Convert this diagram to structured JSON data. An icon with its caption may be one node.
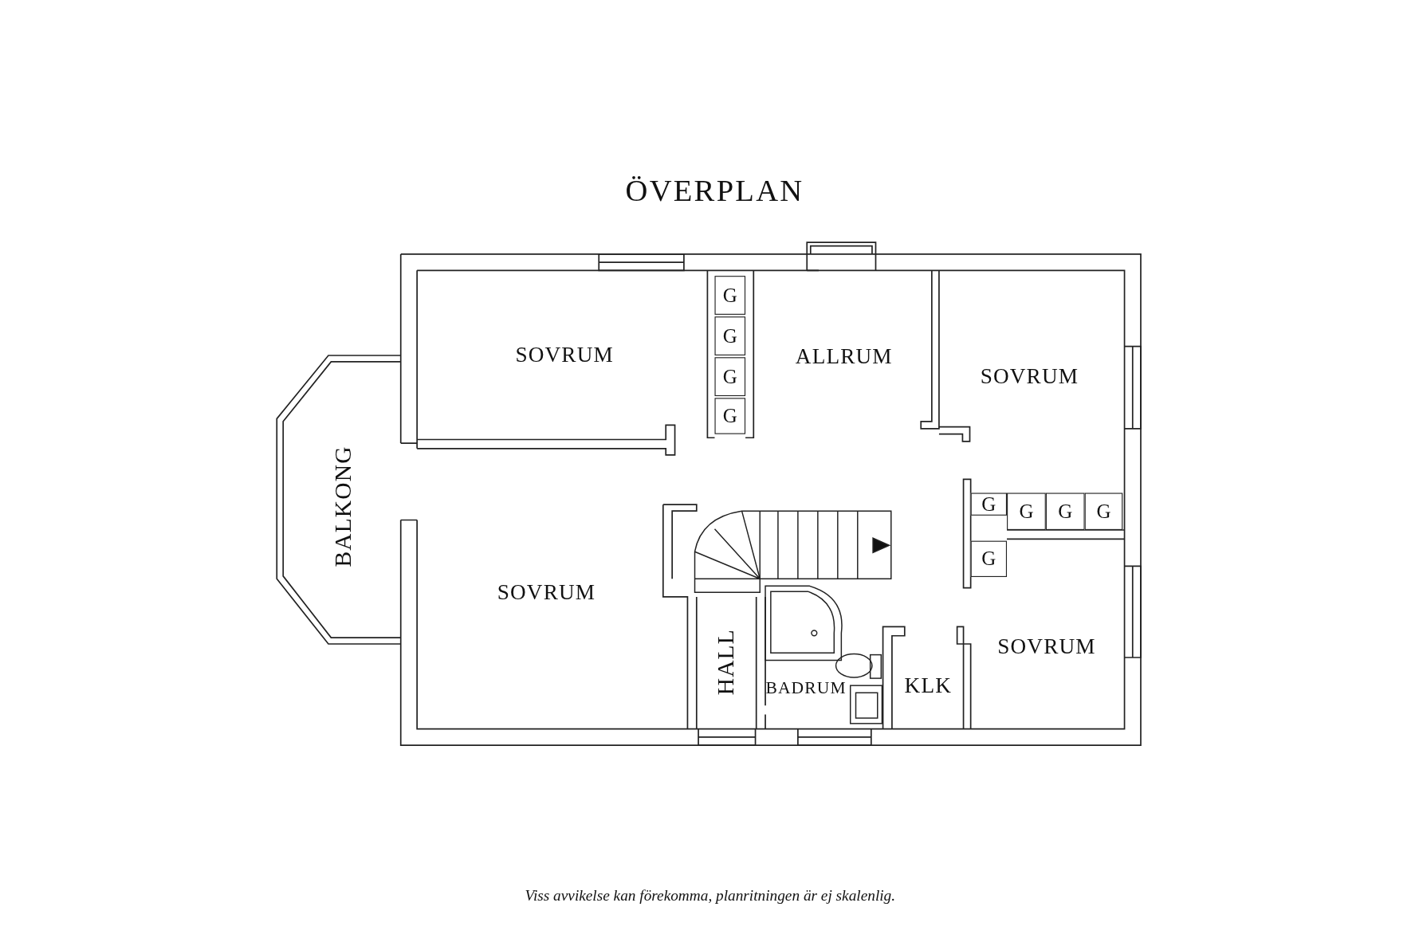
{
  "diagram": {
    "title": "ÖVERPLAN",
    "caption": "Viss avvikelse kan förekomma, planritningen är ej skalenlig.",
    "nodes": [
      {
        "text": [
          "SOVRUM"
        ]
      },
      {
        "text": [
          "G"
        ]
      },
      {
        "text": [
          "G"
        ]
      },
      {
        "text": [
          "ALLRUM"
        ]
      },
      {
        "text": [
          "SOVRUM"
        ]
      },
      {
        "text": [
          "G"
        ]
      },
      {
        "text": [
          "G"
        ]
      },
      {
        "text": [
          "BALKONG"
        ]
      },
      {
        "text": [
          "G"
        ]
      },
      {
        "text": [
          "G"
        ]
      },
      {
        "text": [
          "G"
        ]
      },
      {
        "text": [
          "G"
        ]
      },
      {
        "text": [
          "G"
        ]
      },
      {
        "text": [
          "SOVRUM"
        ]
      },
      {
        "text": [
          "SOVRUM"
        ]
      },
      {
        "text": [
          "HALL"
        ]
      },
      {
        "text": [
          "KLK"
        ]
      },
      {
        "text": [
          "BADRUM"
        ]
      }
    ]
  }
}
